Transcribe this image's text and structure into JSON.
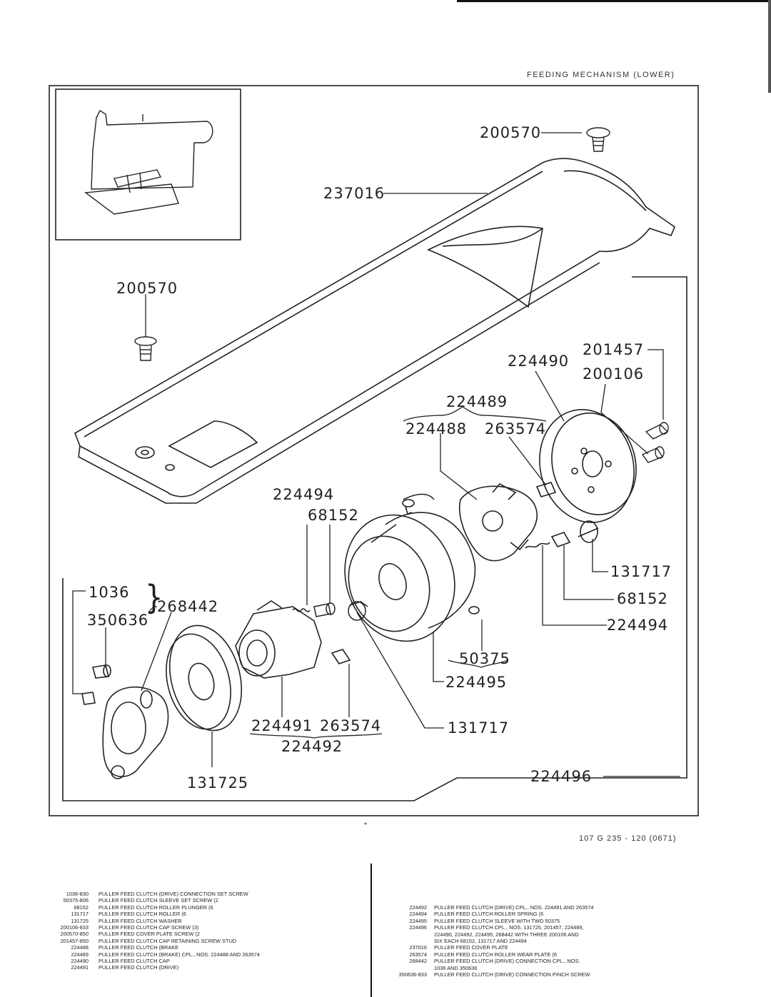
{
  "header": {
    "title": "FEEDING MECHANISM (LOWER)"
  },
  "figure_code": "107 G 235 - 120 (0671)",
  "callouts": {
    "c200570_top": "200570",
    "c237016": "237016",
    "c200570_left": "200570",
    "c201457": "201457",
    "c224490": "224490",
    "c200106": "200106",
    "c224489": "224489",
    "c224488": "224488",
    "c263574_top": "263574",
    "c224494_left": "224494",
    "c68152_left": "68152",
    "c1036": "1036",
    "c350636": "350636",
    "c268442": "268442",
    "c131717_right": "131717",
    "c68152_right": "68152",
    "c224494_right": "224494",
    "c50375": "50375",
    "c224495": "224495",
    "c224491": "224491",
    "c263574_bottom": "263574",
    "c224492": "224492",
    "c131717_bottom": "131717",
    "c131725": "131725",
    "c224496": "224496"
  },
  "legend_left": [
    {
      "part": "1036-830",
      "desc": "PULLER FEED CLUTCH (DRIVE) CONNECTION SET SCREW"
    },
    {
      "part": "50375-806",
      "desc": "PULLER FEED CLUTCH SLEEVE SET SCREW (2"
    },
    {
      "part": "68152",
      "desc": "PULLER FEED CLUTCH ROLLER PLUNGER (6"
    },
    {
      "part": "131717",
      "desc": "PULLER FEED CLUTCH ROLLER (6"
    },
    {
      "part": "131725",
      "desc": "PULLER FEED CLUTCH WASHER"
    },
    {
      "part": "200106-833",
      "desc": "PULLER FEED CLUTCH CAP SCREW (3)"
    },
    {
      "part": "200570-850",
      "desc": "PULLER FEED COVER PLATE SCREW (2"
    },
    {
      "part": "201457-850",
      "desc": "PULLER FEED CLUTCH CAP RETAINING SCREW STUD"
    },
    {
      "part": "224488",
      "desc": "PULLER FEED CLUTCH (BRAKE"
    },
    {
      "part": "224489",
      "desc": "PULLER FEED CLUTCH (BRAKE) CPL., NOS. 224488 AND 263574"
    },
    {
      "part": "224490",
      "desc": "PULLER FEED CLUTCH CAP"
    },
    {
      "part": "224491",
      "desc": "PULLER FEED CLUTCH (DRIVE)"
    }
  ],
  "legend_right": [
    {
      "part": "224492",
      "desc": "PULLER FEED CLUTCH (DRIVE) CPL., NOS. 224491 AND 263574"
    },
    {
      "part": "224494",
      "desc": "PULLER FEED CLUTCH ROLLER SPRING (6"
    },
    {
      "part": "224495",
      "desc": "PULLER FEED CLUTCH SLEEVE WITH TWO 50375"
    },
    {
      "part": "224496",
      "desc": "PULLER FEED CLUTCH CPL., NOS. 131725, 201457, 224489,"
    },
    {
      "part": "",
      "desc": "224490, 224492, 224495, 268442 WITH THREE 200106 AND"
    },
    {
      "part": "",
      "desc": "SIX EACH 68152, 131717 AND 224494"
    },
    {
      "part": "237016",
      "desc": "PULLER FEED COVER PLATE"
    },
    {
      "part": "263574",
      "desc": "PULLER FEED CLUTCH ROLLER WEAR PLATE (6"
    },
    {
      "part": "268442",
      "desc": "PULLER FEED CLUTCH (DRIVE) CONNECTION CPL., NOS."
    },
    {
      "part": "",
      "desc": "1036 AND 350636"
    },
    {
      "part": "350636-833",
      "desc": "PULLER FEED CLUTCH (DRIVE) CONNECTION PINCH SCREW"
    }
  ]
}
